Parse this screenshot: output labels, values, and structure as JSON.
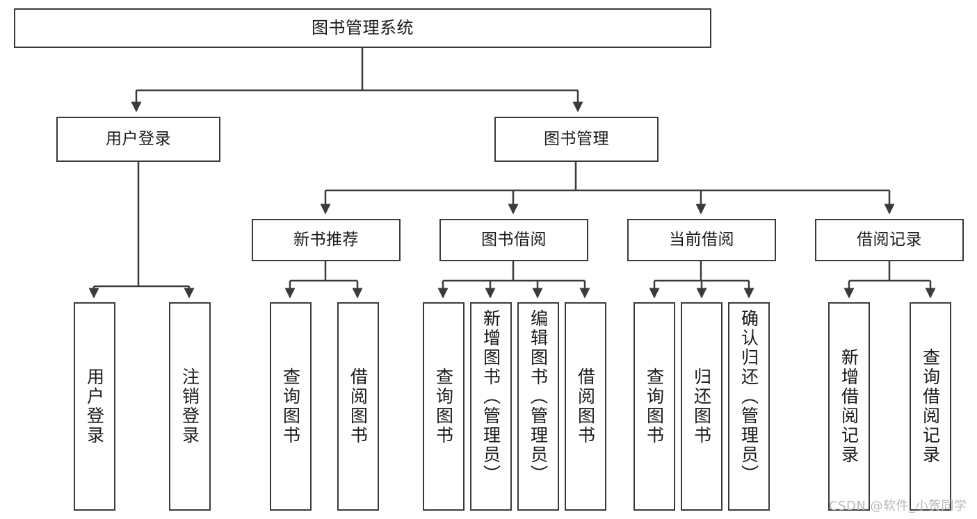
{
  "diagram": {
    "title": "图书管理系统",
    "type": "hierarchy-tree",
    "levels": 4,
    "nodes": {
      "root": {
        "label": "图书管理系统"
      },
      "level2": [
        {
          "id": "user-login",
          "label": "用户登录"
        },
        {
          "id": "book-management",
          "label": "图书管理"
        }
      ],
      "level3": [
        {
          "id": "new-book-recommend",
          "label": "新书推荐"
        },
        {
          "id": "book-borrow",
          "label": "图书借阅"
        },
        {
          "id": "current-borrow",
          "label": "当前借阅"
        },
        {
          "id": "borrow-record",
          "label": "借阅记录"
        }
      ],
      "leaves": {
        "user-login": [
          {
            "id": "leaf-user-login",
            "label": "用户登录"
          },
          {
            "id": "leaf-logout-login",
            "label": "注销登录"
          }
        ],
        "new-book-recommend": [
          {
            "id": "leaf-query-book-1",
            "label": "查询图书"
          },
          {
            "id": "leaf-borrow-book-1",
            "label": "借阅图书"
          }
        ],
        "book-borrow": [
          {
            "id": "leaf-query-book-2",
            "label": "查询图书"
          },
          {
            "id": "leaf-add-book",
            "label": "新增图书（管理员）"
          },
          {
            "id": "leaf-edit-book",
            "label": "编辑图书（管理员）"
          },
          {
            "id": "leaf-borrow-book-2",
            "label": "借阅图书"
          }
        ],
        "current-borrow": [
          {
            "id": "leaf-query-book-3",
            "label": "查询图书"
          },
          {
            "id": "leaf-return-book",
            "label": "归还图书"
          },
          {
            "id": "leaf-confirm-return",
            "label": "确认归还（管理员）"
          }
        ],
        "borrow-record": [
          {
            "id": "leaf-add-record",
            "label": "新增借阅记录"
          },
          {
            "id": "leaf-query-record",
            "label": "查询借阅记录"
          }
        ]
      }
    },
    "colors": {
      "border": "#3a3a3a",
      "background": "#ffffff",
      "text": "#1a1a1a",
      "watermark": "#b9b9b9"
    }
  },
  "watermark": {
    "text": "CSDN @软件_小贺同学"
  }
}
